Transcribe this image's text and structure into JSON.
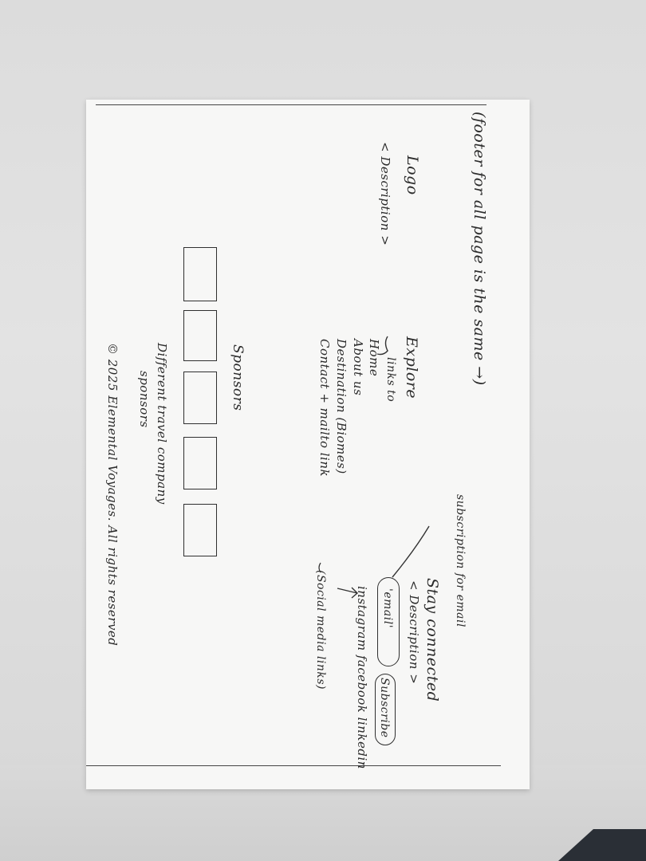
{
  "note": {
    "header": "(footer for all page is the same →)",
    "logo_column": {
      "logo": "Logo",
      "description": "< Description >"
    },
    "explore_column": {
      "title": "Explore",
      "links_to_label": "links to",
      "links": [
        "Home",
        "About us",
        "Destination (Biomes)",
        "Contact + mailto link"
      ]
    },
    "connect_column": {
      "title": "Stay connected",
      "description": "< Description >",
      "email_label": "'email'",
      "subscribe_label": "Subscribe",
      "social_links": "instagram facebook linkedin",
      "annotation_subscription": "subscription for email",
      "annotation_social": "(Social media links)"
    },
    "sponsors_section": {
      "title": "Sponsors",
      "caption_line1": "Different travel company",
      "caption_line2": "sponsors",
      "sponsor_box_count": 5
    },
    "copyright": "© 2025 Elemental Voyages. All rights reserved"
  }
}
